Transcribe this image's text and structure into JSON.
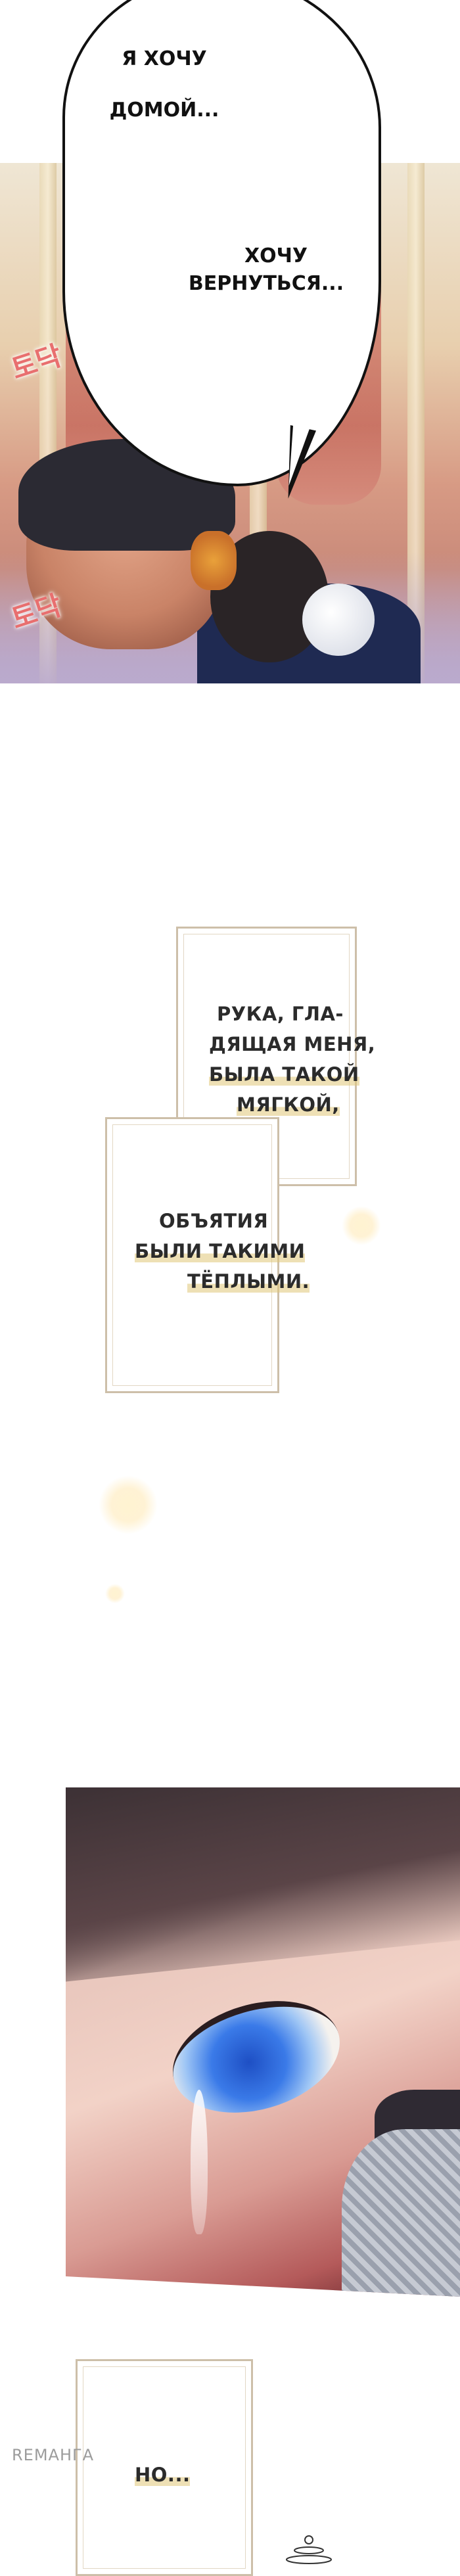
{
  "speech_bubble": {
    "line1": "Я ХОЧУ",
    "line2": "ДОМОЙ...",
    "line3": "ХОЧУ",
    "line4": "ВЕРНУТЬСЯ..."
  },
  "sound_effects": {
    "sfx_top": "토닥",
    "sfx_bottom": "토닥"
  },
  "narration_1": {
    "line1": "РУКА, ГЛА-",
    "line2": "ДЯЩАЯ МЕНЯ,",
    "line3": "БЫЛА ТАКОЙ",
    "line4": "МЯГКОЙ,"
  },
  "narration_2": {
    "line1": "ОБЪЯТИЯ",
    "line2": "БЫЛИ ТАКИМИ",
    "line3": "ТЁПЛЫМИ."
  },
  "narration_3": {
    "line1": "НО..."
  },
  "watermark": "REMAНГА",
  "colors": {
    "speech_border": "#111111",
    "narration_border": "#cdbfa9",
    "sfx": "#e86f6f",
    "highlight": "#e0c678"
  }
}
